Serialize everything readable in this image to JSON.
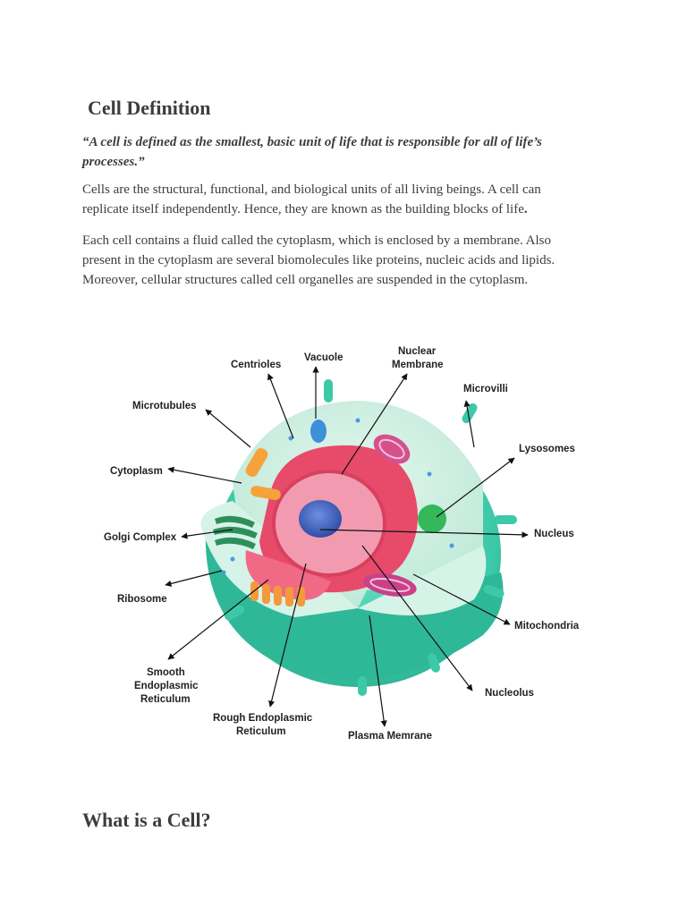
{
  "heading": "Cell Definition",
  "quote": "“A cell is defined as the smallest, basic unit of life that is responsible for all of life’s processes.”",
  "paragraph1_text": "Cells are the structural, functional, and biological units of all living beings. A cell can replicate itself independently. Hence, they are known as the building blocks of life",
  "paragraph1_end": ".",
  "paragraph2": "Each cell contains a fluid called the cytoplasm, which is enclosed by a membrane. Also present in the cytoplasm are several biomolecules like proteins, nucleic acids and lipids. Moreover, cellular structures called cell organelles are suspended in the cytoplasm.",
  "diagram_labels": {
    "centrioles": "Centrioles",
    "vacuole": "Vacuole",
    "nuclear_membrane_1": "Nuclear",
    "nuclear_membrane_2": "Membrane",
    "microvilli": "Microvilli",
    "microtubules": "Microtubules",
    "lysosomes": "Lysosomes",
    "cytoplasm": "Cytoplasm",
    "golgi_complex": "Golgi Complex",
    "nucleus": "Nucleus",
    "ribosome": "Ribosome",
    "mitochondria": "Mitochondria",
    "smooth_er_1": "Smooth",
    "smooth_er_2": "Endoplasmic",
    "smooth_er_3": "Reticulum",
    "nucleolus": "Nucleolus",
    "rough_er_1": "Rough Endoplasmic",
    "rough_er_2": "Reticulum",
    "plasma_membrane": "Plasma Memrane"
  },
  "heading2": "What is a Cell?",
  "colors": {
    "text": "#3d3d3d",
    "membrane": "#3cc9a8",
    "cytoplasm": "#c9efe2",
    "er": "#e84a6a",
    "nucleus": "#f29bb0",
    "nucleolus": "#3f5fb8"
  }
}
